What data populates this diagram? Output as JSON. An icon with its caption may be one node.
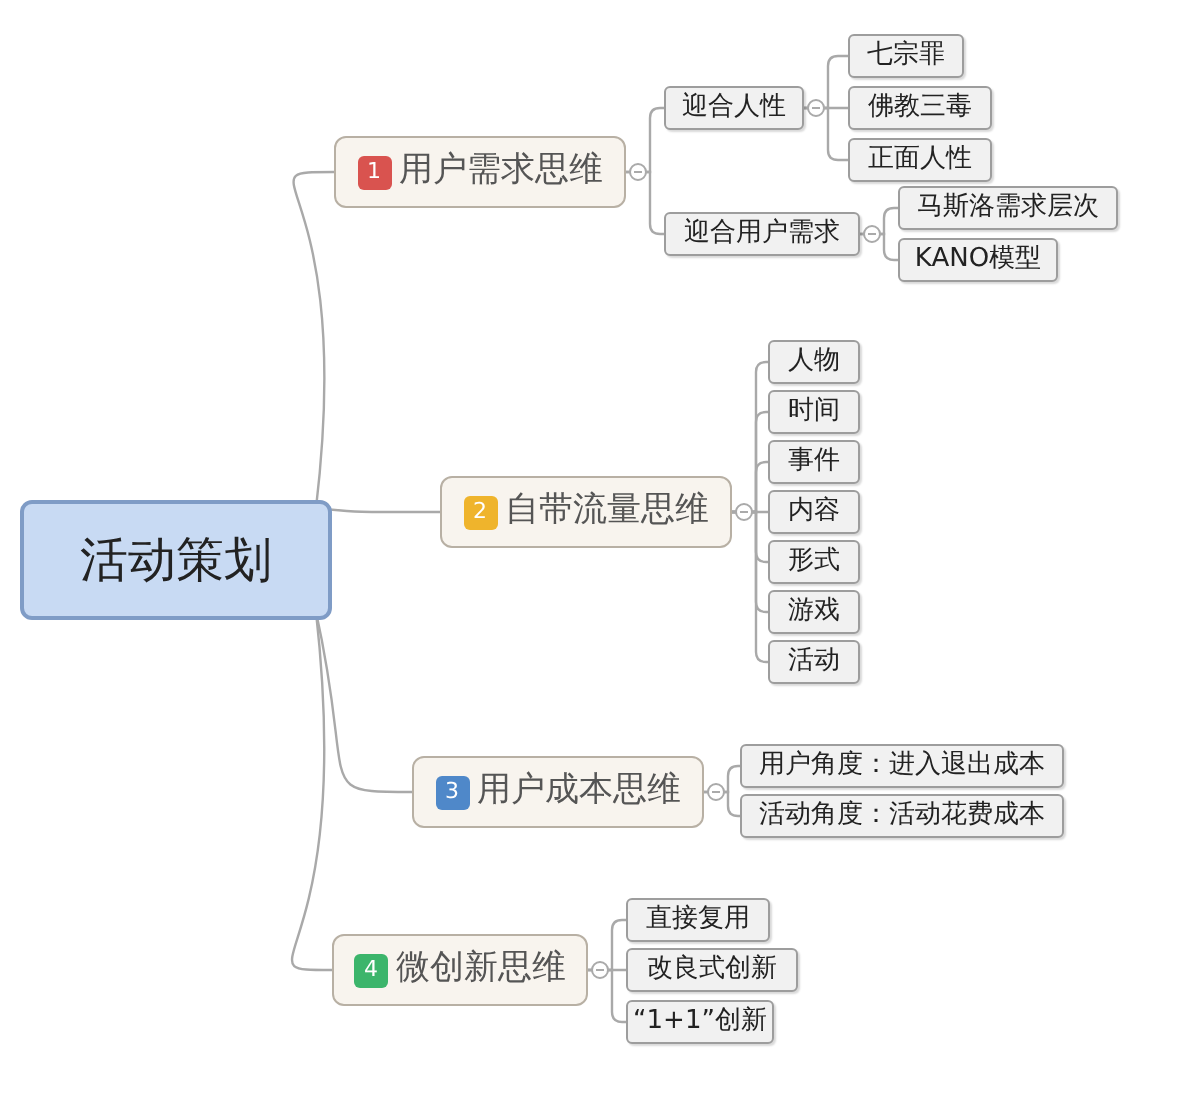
{
  "diagram": {
    "nodes": [
      {
        "text": [
          "活动策划"
        ]
      },
      {
        "text": [
          "1",
          "用户需求思维"
        ]
      },
      {
        "text": [
          "迎合人性"
        ]
      },
      {
        "text": [
          "七宗罪"
        ]
      },
      {
        "text": [
          "佛教三毒"
        ]
      },
      {
        "text": [
          "正面人性"
        ]
      },
      {
        "text": [
          "迎合用户需求"
        ]
      },
      {
        "text": [
          "马斯洛需求层次"
        ]
      },
      {
        "text": [
          "KANO模型"
        ]
      },
      {
        "text": [
          "2",
          "自带流量思维"
        ]
      },
      {
        "text": [
          "人物"
        ]
      },
      {
        "text": [
          "时间"
        ]
      },
      {
        "text": [
          "事件"
        ]
      },
      {
        "text": [
          "内容"
        ]
      },
      {
        "text": [
          "形式"
        ]
      },
      {
        "text": [
          "游戏"
        ]
      },
      {
        "text": [
          "活动"
        ]
      },
      {
        "text": [
          "3",
          "用户成本思维"
        ]
      },
      {
        "text": [
          "用户角度：进入退出成本"
        ]
      },
      {
        "text": [
          "活动角度：活动花费成本"
        ]
      },
      {
        "text": [
          "4",
          "微创新思维"
        ]
      },
      {
        "text": [
          "直接复用"
        ]
      },
      {
        "text": [
          "改良式创新"
        ]
      },
      {
        "text": [
          "“1+1”创新"
        ]
      }
    ],
    "edges": [
      {
        "from": 0,
        "to": 1,
        "arrow": "none"
      },
      {
        "from": 1,
        "to": 2,
        "arrow": "none"
      },
      {
        "from": 2,
        "to": 3,
        "arrow": "none"
      },
      {
        "from": 2,
        "to": 4,
        "arrow": "none"
      },
      {
        "from": 2,
        "to": 5,
        "arrow": "none"
      },
      {
        "from": 1,
        "to": 6,
        "arrow": "none"
      },
      {
        "from": 6,
        "to": 7,
        "arrow": "none"
      },
      {
        "from": 6,
        "to": 8,
        "arrow": "none"
      },
      {
        "from": 0,
        "to": 9,
        "arrow": "none"
      },
      {
        "from": 9,
        "to": 10,
        "arrow": "none"
      },
      {
        "from": 9,
        "to": 11,
        "arrow": "none"
      },
      {
        "from": 9,
        "to": 12,
        "arrow": "none"
      },
      {
        "from": 9,
        "to": 13,
        "arrow": "none"
      },
      {
        "from": 9,
        "to": 14,
        "arrow": "none"
      },
      {
        "from": 9,
        "to": 15,
        "arrow": "none"
      },
      {
        "from": 9,
        "to": 16,
        "arrow": "none"
      },
      {
        "from": 0,
        "to": 17,
        "arrow": "none"
      },
      {
        "from": 17,
        "to": 18,
        "arrow": "none"
      },
      {
        "from": 17,
        "to": 19,
        "arrow": "none"
      },
      {
        "from": 0,
        "to": 20,
        "arrow": "none"
      },
      {
        "from": 20,
        "to": 21,
        "arrow": "none"
      },
      {
        "from": 20,
        "to": 22,
        "arrow": "none"
      },
      {
        "from": 20,
        "to": 23,
        "arrow": "none"
      }
    ]
  }
}
